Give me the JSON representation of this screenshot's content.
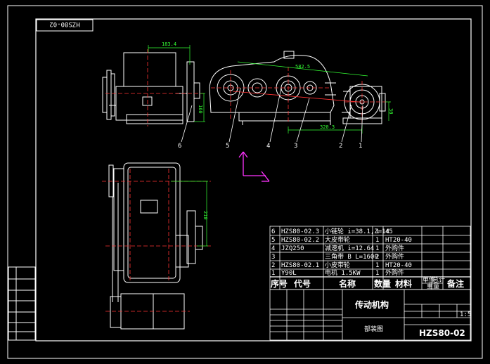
{
  "drawing": {
    "corner_code": "HZS80-02",
    "title": "传动机构",
    "subtitle": "部装图",
    "drawing_no": "HZS80-02",
    "scale": "1:5"
  },
  "dims": {
    "motor_top": "183.4",
    "motor_side": "160",
    "gear_span": "582.5",
    "gear_base": "320.3",
    "right_side": "30",
    "plan_side": "210"
  },
  "callouts": [
    "6",
    "5",
    "4",
    "3",
    "2",
    "1"
  ],
  "bom": {
    "headers": {
      "seq": "序号",
      "code": "代号",
      "name": "名称",
      "qty": "数量",
      "material": "材料",
      "unit_weight": "单件",
      "total_weight": "总计",
      "weight": "重量",
      "remark": "备注"
    },
    "rows": [
      {
        "seq": "6",
        "code": "HZS80-02.3",
        "name": "小链轮 i=38.1,Z=14",
        "qty": "1",
        "material": "45",
        "remark": ""
      },
      {
        "seq": "5",
        "code": "HZS80-02.2",
        "name": "大皮带轮",
        "qty": "1",
        "material": "HT20-40",
        "remark": ""
      },
      {
        "seq": "4",
        "code": "JZQ250",
        "name": "减速机 i=12.64",
        "qty": "1",
        "material": "外购件",
        "remark": ""
      },
      {
        "seq": "3",
        "code": "",
        "name": "三角带 B L=1600",
        "qty": "2",
        "material": "外购件",
        "remark": ""
      },
      {
        "seq": "2",
        "code": "HZS80-02.1",
        "name": "小皮带轮",
        "qty": "1",
        "material": "HT20-40",
        "remark": ""
      },
      {
        "seq": "1",
        "code": "Y90L",
        "name": "电机 1.5KW",
        "qty": "1",
        "material": "外购件",
        "remark": ""
      }
    ]
  }
}
